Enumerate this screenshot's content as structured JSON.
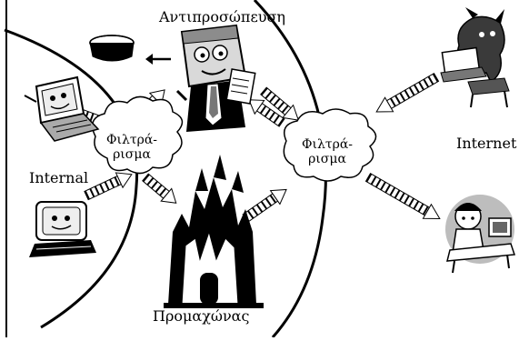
{
  "labels": {
    "proxy": "Αντιπροσώπευση",
    "internal": "Internal",
    "internet": "Internet",
    "bastion": "Προμαχώνας",
    "filter_left": "Φιλτρά-\nρισμα",
    "filter_right": "Φιλτρά-\nρισμα"
  },
  "colors": {
    "ink": "#000000",
    "paper": "#ffffff",
    "shade": "#bdbdbd"
  },
  "icons": [
    "disk-icon",
    "proxy-agent-icon",
    "castle-icon",
    "computer-icon",
    "monster-hacker-icon",
    "remote-user-icon",
    "filter-cloud-icon"
  ]
}
